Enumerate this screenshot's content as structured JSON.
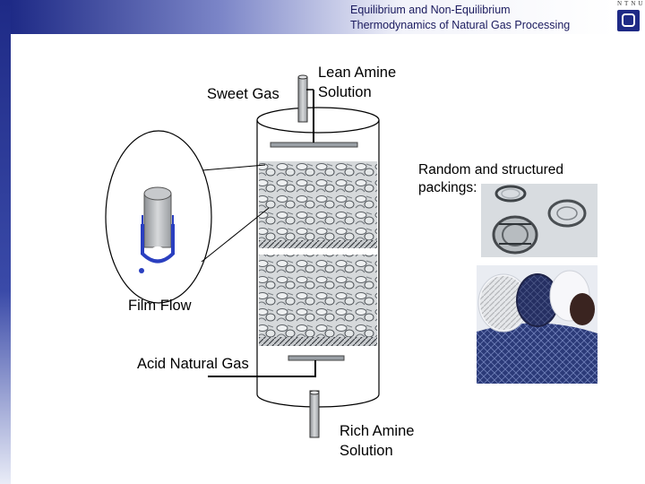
{
  "header": {
    "title": "Equilibrium and Non-Equilibrium\nThermodynamics of Natural Gas Processing",
    "logo_text": "NTNU"
  },
  "labels": {
    "sweet_gas": "Sweet Gas",
    "lean_amine": "Lean Amine\nSolution",
    "packings": "Random and structured\npackings:",
    "film_flow": "Film Flow",
    "acid_gas": "Acid Natural Gas",
    "rich_amine": "Rich Amine\nSolution"
  },
  "colors": {
    "brand_dark": "#1e2a86",
    "film_blue": "#2a3fc0",
    "packing_gray": "#b9bec3"
  },
  "icons": {
    "film_cylinder": "cylinder-film-icon",
    "random_packing": "pall-ring-packing-icon",
    "structured_packing": "structured-packing-icon"
  }
}
